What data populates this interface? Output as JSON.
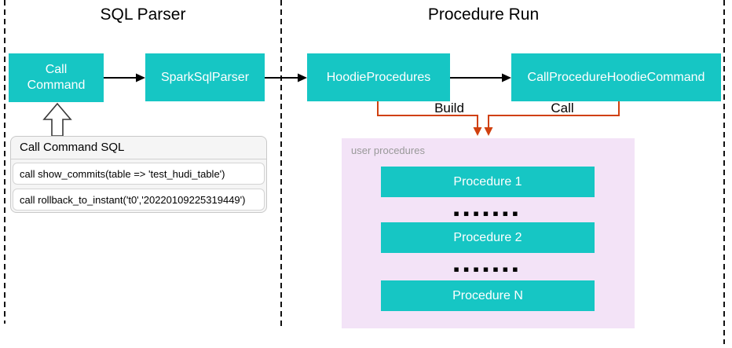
{
  "sections": {
    "left_title": "SQL Parser",
    "right_title": "Procedure Run"
  },
  "boxes": {
    "call_command": "Call\nCommand",
    "spark_sql_parser": "SparkSqlParser",
    "hoodie_procedures": "HoodieProcedures",
    "call_procedure_hoodie_command": "CallProcedureHoodieCommand"
  },
  "edges": {
    "build_label": "Build",
    "call_label": "Call"
  },
  "sql_panel": {
    "title": "Call Command SQL",
    "rows": [
      "call show_commits(table => 'test_hudi_table')",
      "call rollback_to_instant('t0','20220109225319449')"
    ]
  },
  "user_procedures": {
    "label": "user procedures",
    "items": [
      "Procedure 1",
      "Procedure 2",
      "Procedure N"
    ],
    "ellipsis": "▪▪▪▪▪▪▪"
  },
  "colors": {
    "teal": "#16C6C4",
    "orange": "#D0400F",
    "lavender": "#F3E3F7",
    "ink": "#000000",
    "muted": "#999999"
  }
}
